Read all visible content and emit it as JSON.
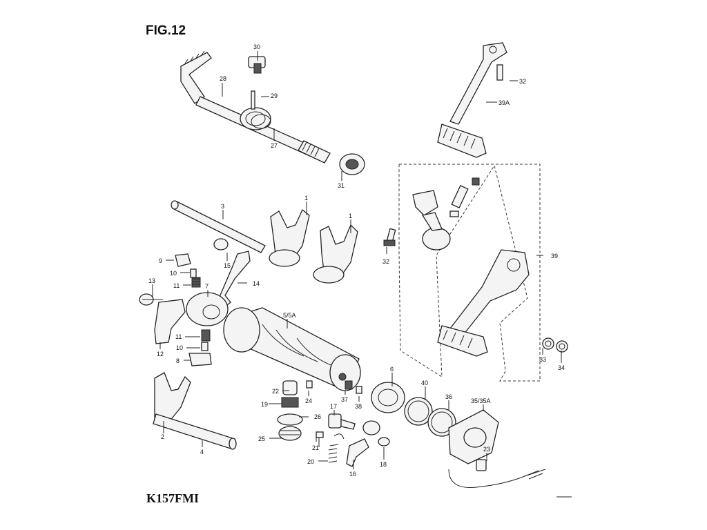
{
  "figure": {
    "title": "FIG.12",
    "model": "K157FMI"
  },
  "callouts": [
    {
      "id": "c30",
      "text": "30"
    },
    {
      "id": "c28",
      "text": "28"
    },
    {
      "id": "c29",
      "text": "29"
    },
    {
      "id": "c27",
      "text": "27"
    },
    {
      "id": "c31",
      "text": "31"
    },
    {
      "id": "c32a",
      "text": "32"
    },
    {
      "id": "c39a",
      "text": "39A"
    },
    {
      "id": "c3",
      "text": "3"
    },
    {
      "id": "c1a",
      "text": "1"
    },
    {
      "id": "c1b",
      "text": "1"
    },
    {
      "id": "c32b",
      "text": "32"
    },
    {
      "id": "c39",
      "text": "39"
    },
    {
      "id": "c9",
      "text": "9"
    },
    {
      "id": "c10a",
      "text": "10"
    },
    {
      "id": "c11a",
      "text": "11"
    },
    {
      "id": "c15",
      "text": "15"
    },
    {
      "id": "c14",
      "text": "14"
    },
    {
      "id": "c13",
      "text": "13"
    },
    {
      "id": "c7",
      "text": "7"
    },
    {
      "id": "c55a",
      "text": "5/5A"
    },
    {
      "id": "c11b",
      "text": "11"
    },
    {
      "id": "c10b",
      "text": "10"
    },
    {
      "id": "c12",
      "text": "12"
    },
    {
      "id": "c8",
      "text": "8"
    },
    {
      "id": "c33",
      "text": "33"
    },
    {
      "id": "c34",
      "text": "34"
    },
    {
      "id": "c22",
      "text": "22"
    },
    {
      "id": "c19",
      "text": "19"
    },
    {
      "id": "c24",
      "text": "24"
    },
    {
      "id": "c37",
      "text": "37"
    },
    {
      "id": "c38",
      "text": "38"
    },
    {
      "id": "c6",
      "text": "6"
    },
    {
      "id": "c40",
      "text": "40"
    },
    {
      "id": "c36",
      "text": "36"
    },
    {
      "id": "c3535a",
      "text": "35/35A"
    },
    {
      "id": "c26",
      "text": "26"
    },
    {
      "id": "c17",
      "text": "17"
    },
    {
      "id": "c25",
      "text": "25"
    },
    {
      "id": "c21",
      "text": "21"
    },
    {
      "id": "c20",
      "text": "20"
    },
    {
      "id": "c16",
      "text": "16"
    },
    {
      "id": "c18",
      "text": "18"
    },
    {
      "id": "c23",
      "text": "23"
    },
    {
      "id": "c2",
      "text": "2"
    },
    {
      "id": "c4",
      "text": "4"
    }
  ]
}
